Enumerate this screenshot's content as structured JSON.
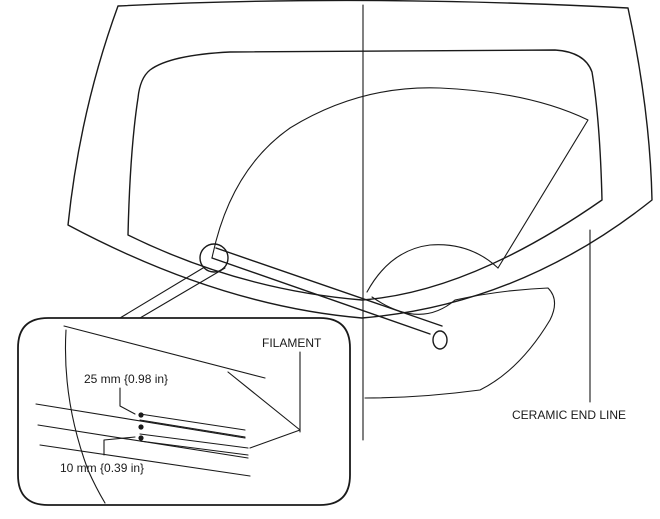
{
  "labels": {
    "filament": "FILAMENT",
    "ceramic_end_line": "CERAMIC END LINE",
    "dim_upper": "25 mm {0.98 in}",
    "dim_lower": "10 mm {0.39 in}"
  }
}
